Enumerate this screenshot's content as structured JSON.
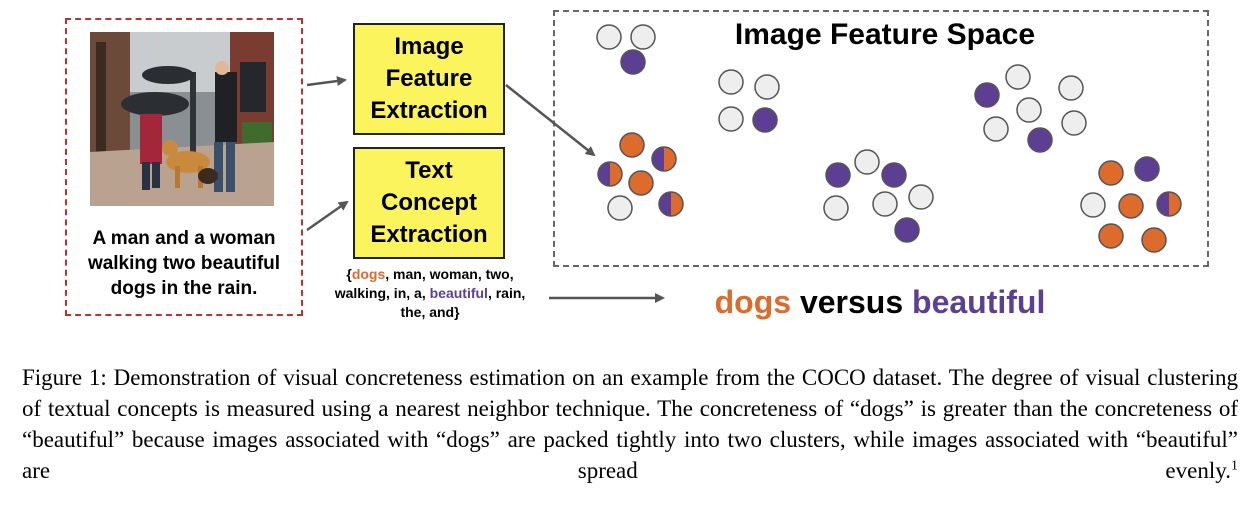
{
  "figure": {
    "example_caption": "A man and a woman walking two beautiful dogs in the rain.",
    "image_extraction_label": "Image\nFeature\nExtraction",
    "text_extraction_label": "Text\nConcept\nExtraction",
    "concepts": {
      "open": "{",
      "dogs": "dogs",
      "middle": ", man, woman, two, walking, in, a, ",
      "beautiful": "beautiful",
      "end": ", rain, the, and}"
    },
    "feature_space_title": "Image Feature Space",
    "versus": {
      "left": "dogs",
      "middle": "versus",
      "right": "beautiful"
    },
    "colors": {
      "dogs": "#dd6b2b",
      "beautiful": "#5c3f93",
      "other": "#eeeeee",
      "box_red": "#c0302d",
      "yellow": "#fbf45c"
    }
  },
  "caption": {
    "text": "Figure 1: Demonstration of visual concreteness estimation on an example from the COCO dataset. The degree of visual clustering of textual concepts is measured using a nearest neighbor technique. The concreteness of “dogs” is greater than the concreteness of “beautiful” because images associated with “dogs” are packed tightly into two clusters, while images associated with “beautiful” are spread evenly.",
    "footnote": "1"
  }
}
